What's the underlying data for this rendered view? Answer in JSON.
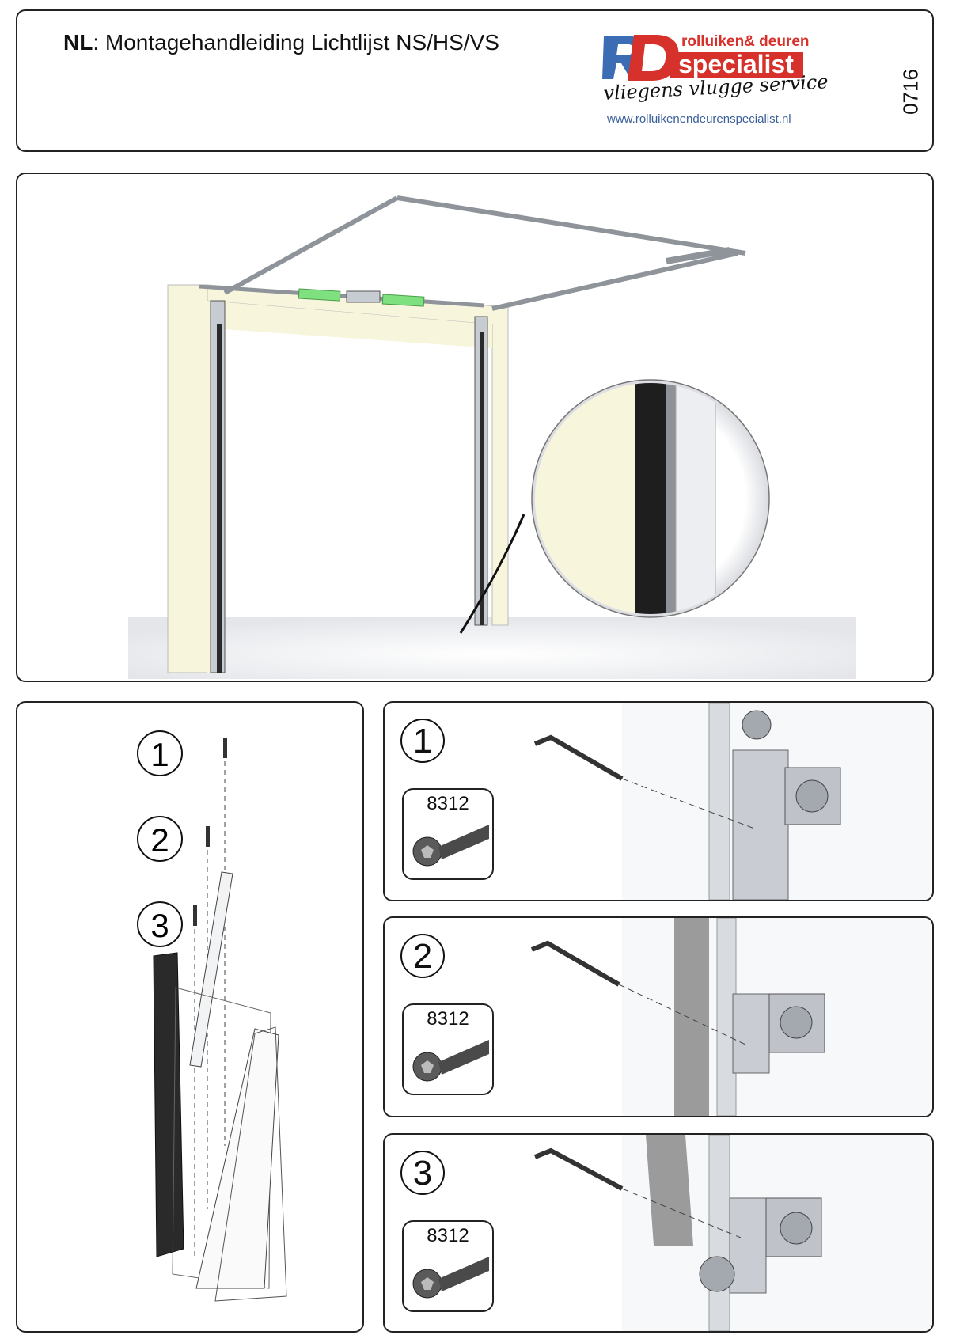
{
  "header": {
    "lang_code": "NL",
    "title_rest": ": Montagehandleiding Lichtlijst NS/HS/VS",
    "document_code": "0716"
  },
  "logo": {
    "brand_top": "rolluiken",
    "brand_amp": "&",
    "brand_top2": "deuren",
    "brand_main": "specialist",
    "tagline": "vliegens vlugge service",
    "url": "www.rolluikenendeurenspecialist.nl",
    "colors": {
      "blue": "#3b6cb4",
      "red": "#d6312b"
    }
  },
  "diagram_steps": {
    "left": [
      "1",
      "2",
      "3"
    ],
    "right": [
      {
        "number": "1",
        "part_code": "8312"
      },
      {
        "number": "2",
        "part_code": "8312"
      },
      {
        "number": "3",
        "part_code": "8312"
      }
    ]
  },
  "colors": {
    "wall": "#f8f5dd",
    "spring_highlight": "#7ee07e",
    "rail": "#b9bec6",
    "seal": "#2a2a2a"
  }
}
